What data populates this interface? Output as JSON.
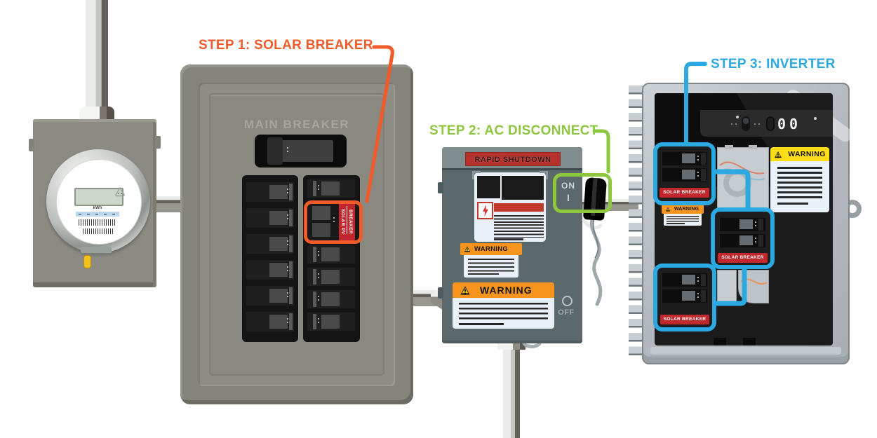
{
  "colors": {
    "step1_accent": "#F15A29",
    "step2_accent": "#8DC63F",
    "step3_accent": "#2BA9E0",
    "alert_red": "#C1272D",
    "warning_orange": "#F7941E",
    "warning_yellow": "#FFDE17"
  },
  "callouts": {
    "step1": "STEP 1: SOLAR BREAKER",
    "step2": "STEP 2: AC DISCONNECT",
    "step3": "STEP 3: INVERTER"
  },
  "meter": {
    "unit": "kWh"
  },
  "main_panel": {
    "title": "MAIN BREAKER",
    "solar_pv_breaker": {
      "line1": "SOLAR PV",
      "line2": "BREAKER"
    }
  },
  "ac_disconnect": {
    "banner": "RAPID SHUTDOWN",
    "on_label": "ON",
    "on_symbol": "I",
    "off_label": "OFF",
    "warning_small": "WARNING",
    "warning_large": "WARNING"
  },
  "inverter": {
    "display_value": "00",
    "warning_yellow": "WARNING",
    "warning_orange": "WARNING",
    "solar_breaker_labels": [
      "SOLAR BREAKER",
      "SOLAR BREAKER",
      "SOLAR BREAKER"
    ]
  }
}
